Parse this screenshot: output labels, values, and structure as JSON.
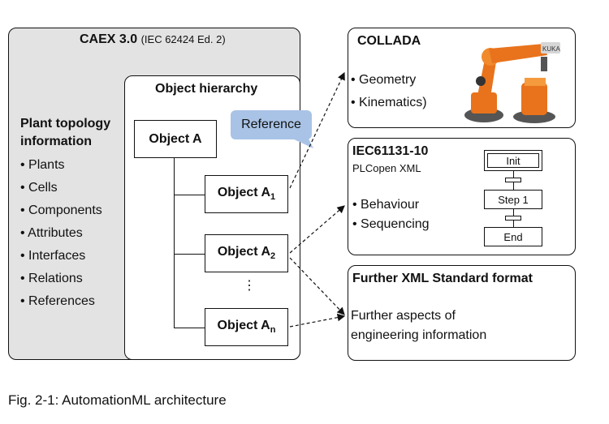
{
  "caex": {
    "title": "CAEX 3.0",
    "subtitle": "(IEC 62424 Ed. 2)",
    "topology_title_line1": "Plant topology",
    "topology_title_line2": "information",
    "items": [
      "Plants",
      "Cells",
      "Components",
      "Attributes",
      "Interfaces",
      "Relations",
      "References"
    ]
  },
  "hierarchy": {
    "title": "Object hierarchy",
    "root": "Object A",
    "child1": {
      "label": "Object A",
      "sub": "1"
    },
    "child2": {
      "label": "Object A",
      "sub": "2"
    },
    "ellipsis": "⋮",
    "childn": {
      "label": "Object A",
      "sub": "n"
    },
    "reference_label": "Reference"
  },
  "collada": {
    "title": "COLLADA",
    "items": [
      "Geometry",
      "Kinematics)"
    ],
    "image_icon": "industrial-robot-arm"
  },
  "iec": {
    "title": "IEC61131-10",
    "subtitle": "PLCopen XML",
    "items": [
      "Behaviour",
      "Sequencing"
    ],
    "steps": {
      "init": "Init",
      "step1": "Step 1",
      "end": "End"
    }
  },
  "further": {
    "title": "Further XML Standard format",
    "text_line1": "Further aspects of",
    "text_line2": "engineering information"
  },
  "caption": "Fig. 2-1: AutomationML architecture",
  "colors": {
    "caex_bg": "#e3e3e3",
    "reference_bg": "#a9c3e6",
    "robot_orange": "#e8731c"
  }
}
